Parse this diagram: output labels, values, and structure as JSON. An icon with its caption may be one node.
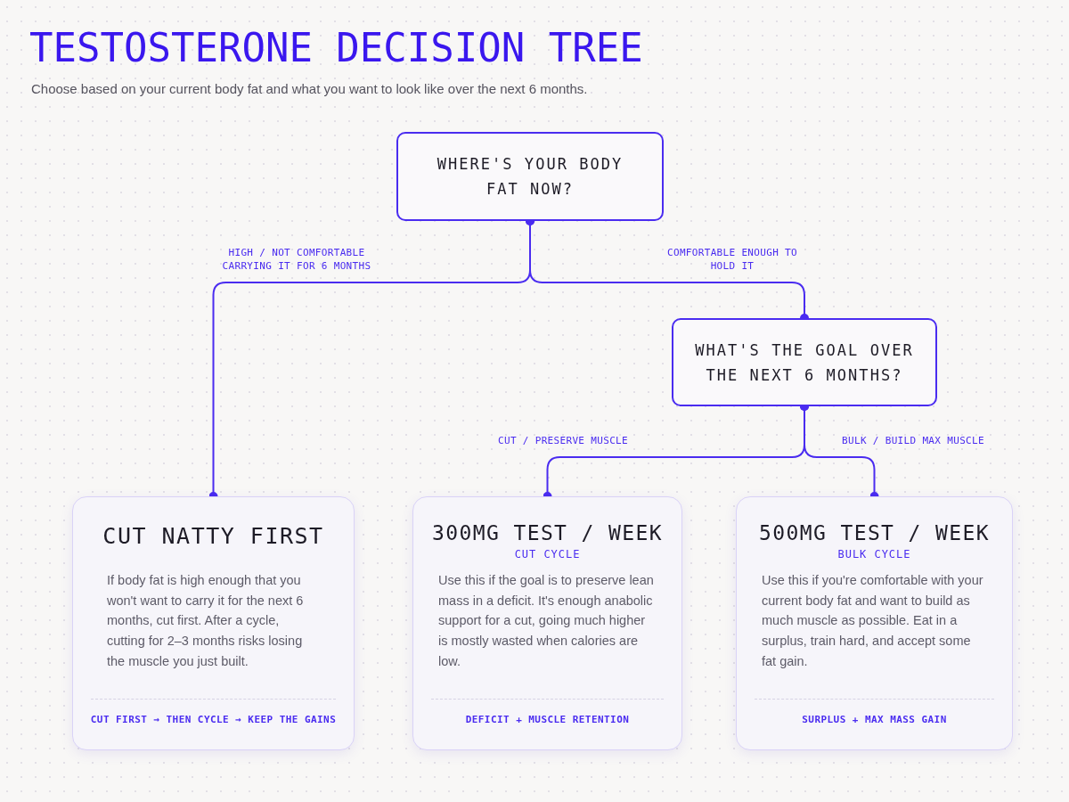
{
  "diagram": {
    "title": "TESTOSTERONE DECISION TREE",
    "caption": "Choose based on your current body fat and what you want to look like over the next 6 months.",
    "nodes": [
      {
        "text": [
          "WHERE'S YOUR BODY FAT NOW?"
        ]
      },
      {
        "text": [
          "WHAT'S THE GOAL OVER THE NEXT 6 MONTHS?"
        ]
      },
      {
        "text": [
          "CUT NATTY FIRST",
          "If body fat is high enough that you won't want to carry it for the next 6 months, cut first. After a cycle, cutting for 2–3 months risks losing the muscle you just built.",
          "CUT FIRST → THEN CYCLE → KEEP THE GAINS"
        ]
      },
      {
        "text": [
          "300MG TEST / WEEK",
          "CUT CYCLE",
          "Use this if the goal is to preserve lean mass in a deficit. It's enough anabolic support for a cut, going much higher is mostly wasted when calories are low.",
          "DEFICIT + MUSCLE RETENTION"
        ]
      },
      {
        "text": [
          "500MG TEST / WEEK",
          "BULK CYCLE",
          "Use this if you're comfortable with your current body fat and want to build as much muscle as possible. Eat in a surplus, train hard, and accept some fat gain.",
          "SURPLUS + MAX MASS GAIN"
        ]
      }
    ],
    "edges": [
      {
        "from": 0,
        "to": 2,
        "arrow": "other",
        "label": "HIGH / NOT COMFORTABLE CARRYING IT FOR 6 MONTHS"
      },
      {
        "from": 0,
        "to": 1,
        "arrow": "other",
        "label": "COMFORTABLE ENOUGH TO HOLD IT"
      },
      {
        "from": 1,
        "to": 3,
        "arrow": "other",
        "label": "CUT / PRESERVE MUSCLE"
      },
      {
        "from": 1,
        "to": 4,
        "arrow": "other",
        "label": "BULK / BUILD MAX MUSCLE"
      }
    ]
  }
}
